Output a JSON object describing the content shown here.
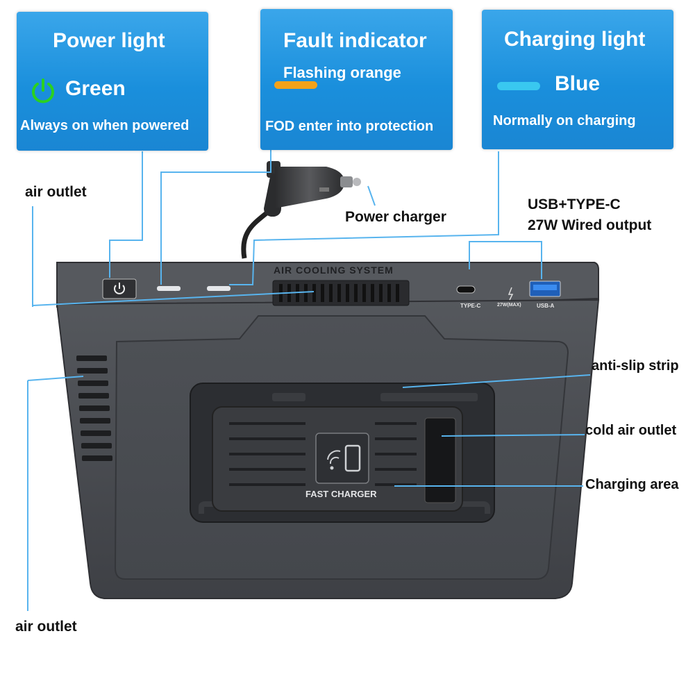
{
  "power_box": {
    "title": "Power light",
    "color_label": "Green",
    "description": "Always on when powered"
  },
  "fault_box": {
    "title": "Fault indicator",
    "color_label": "Flashing orange",
    "description": "FOD enter into protection"
  },
  "charging_box": {
    "title": "Charging light",
    "color_label": "Blue",
    "description": "Normally on charging"
  },
  "labels": {
    "air_outlet_top": "air outlet",
    "power_charger": "Power charger",
    "usb_line1": "USB+TYPE-C",
    "usb_line2": "27W Wired output",
    "anti_slip": "anti-slip strip",
    "cold_air": "cold air outlet",
    "charging_area": "Charging area",
    "air_outlet_bottom": "air outlet"
  },
  "device": {
    "air_cooling_text": "AIR COOLING SYSTEM",
    "type_c_label": "TYPE-C",
    "power_rating": "27W(MAX)",
    "usb_a_label": "USB-A",
    "fast_charger_text": "FAST CHARGER"
  },
  "colors": {
    "box_blue": "#1a8fdc",
    "power_green": "#2bd11f",
    "fault_orange": "#f3a21a",
    "charge_blue": "#39c8f0",
    "device_gray": "#4a4d52"
  }
}
